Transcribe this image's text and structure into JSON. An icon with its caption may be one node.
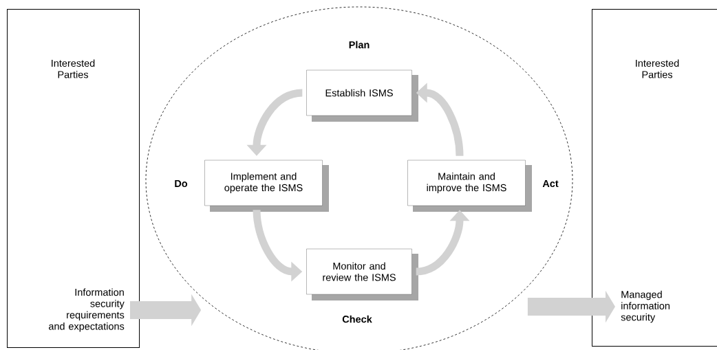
{
  "diagram": {
    "nodes": [
      {
        "text": [
          "Interested Parties"
        ]
      },
      {
        "text": [
          "Information security requirements and expectations"
        ],
        "in": 0
      },
      {
        "text": [],
        "shape": "ellipse"
      },
      {
        "text": [
          "Establish ISMS"
        ],
        "in": 2
      },
      {
        "text": [
          "Implement and operate the ISMS"
        ],
        "in": 2
      },
      {
        "text": [
          "Maintain and improve the ISMS"
        ],
        "in": 2
      },
      {
        "text": [
          "Monitor and review the ISMS"
        ],
        "in": 2
      },
      {
        "text": [
          "Interested Parties"
        ]
      },
      {
        "text": [
          "Managed information security"
        ],
        "in": 7
      }
    ],
    "edges": [
      {
        "from": 3,
        "to": 4,
        "arrow": "to"
      },
      {
        "from": 4,
        "to": 6,
        "arrow": "to"
      },
      {
        "from": 6,
        "to": 5,
        "arrow": "to"
      },
      {
        "from": 5,
        "to": 3,
        "arrow": "to"
      },
      {
        "from": 1,
        "to": 2,
        "arrow": "to",
        "style": "thick"
      },
      {
        "from": 2,
        "to": 8,
        "arrow": "to",
        "style": "thick"
      }
    ],
    "labels": [
      "Plan",
      "Do",
      "Act",
      "Check"
    ]
  }
}
